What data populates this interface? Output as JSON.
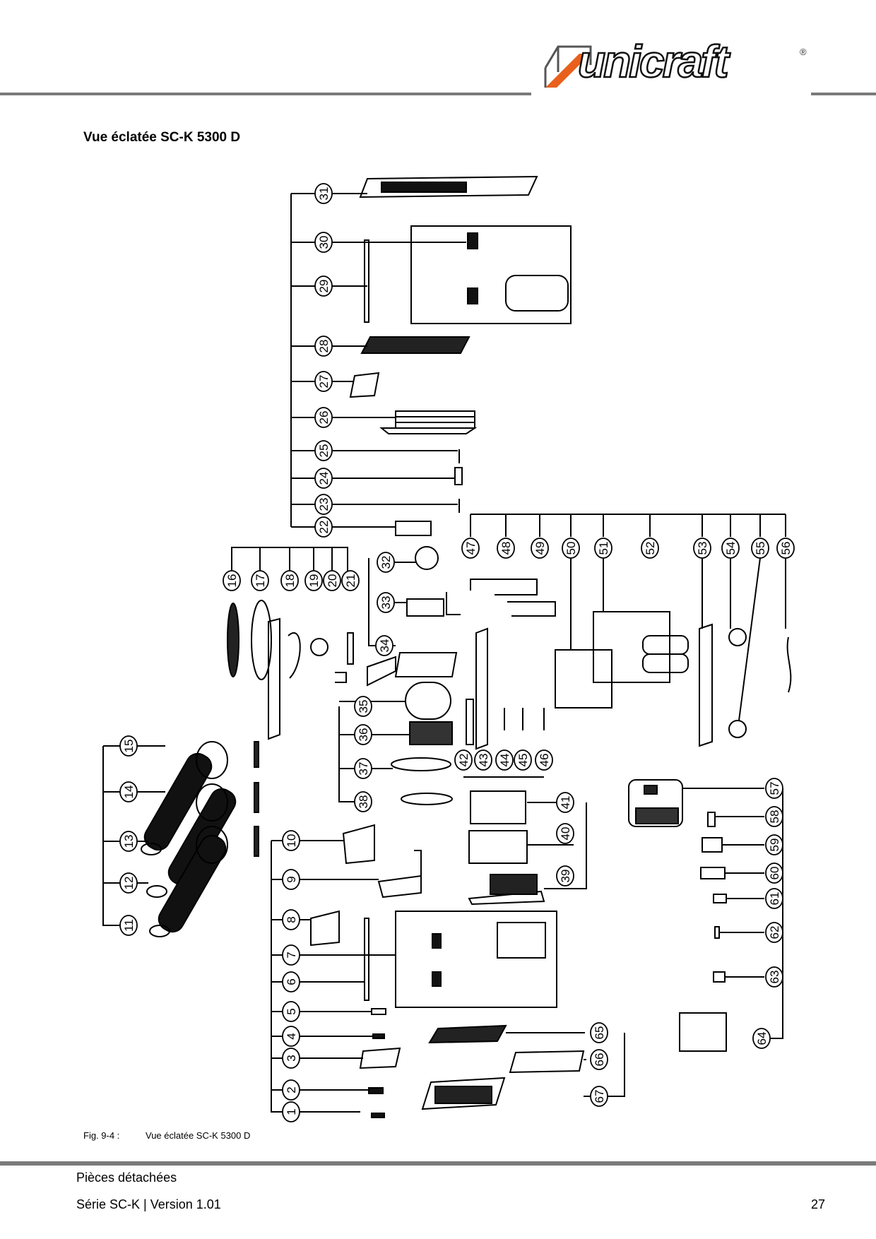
{
  "header": {
    "logo_text": "unicraft",
    "logo_mark": "®"
  },
  "title": "Vue éclatée SC-K 5300 D",
  "figure": {
    "label": "Fig. 9-4 :",
    "caption": "Vue éclatée SC-K 5300 D",
    "callouts": [
      "1",
      "2",
      "3",
      "4",
      "5",
      "6",
      "7",
      "8",
      "9",
      "10",
      "11",
      "12",
      "13",
      "14",
      "15",
      "16",
      "17",
      "18",
      "19",
      "20",
      "21",
      "22",
      "23",
      "24",
      "25",
      "26",
      "27",
      "28",
      "29",
      "30",
      "31",
      "32",
      "33",
      "34",
      "35",
      "36",
      "37",
      "38",
      "39",
      "40",
      "41",
      "42",
      "43",
      "44",
      "45",
      "46",
      "47",
      "48",
      "49",
      "50",
      "51",
      "52",
      "53",
      "54",
      "55",
      "56",
      "57",
      "58",
      "59",
      "60",
      "61",
      "62",
      "63",
      "64",
      "65",
      "66",
      "67"
    ]
  },
  "footer": {
    "section": "Pièces détachées",
    "series": "Série SC-K  |  Version 1.01",
    "page": "27"
  },
  "colors": {
    "accent": "#e8601c",
    "rule": "#7a7a7a"
  }
}
